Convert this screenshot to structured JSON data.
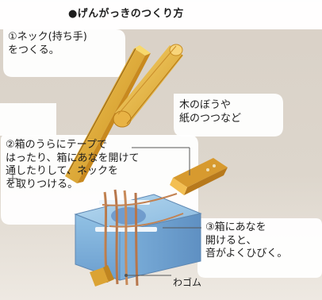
{
  "title": "●げんがっきのつくり方",
  "steps": {
    "step1": "①ネック(持ち手)\nをつくる。",
    "material": "木のぼうや\n紙のつつなど",
    "step2": "②箱のうらにテープで\nはったり、箱にあなを開けて\n通したりして、ネックを\nを取りつける。",
    "step3": "③箱にあなを\n開けると、\n音がよくひびく。"
  },
  "callout": "わゴム",
  "colors": {
    "page": "#ffffff",
    "paper": "#d8d1c7",
    "neck": "#e8b73b",
    "box": "#a8cde8",
    "rubber_band": "#c98c59",
    "pencil": "#d19e32"
  }
}
